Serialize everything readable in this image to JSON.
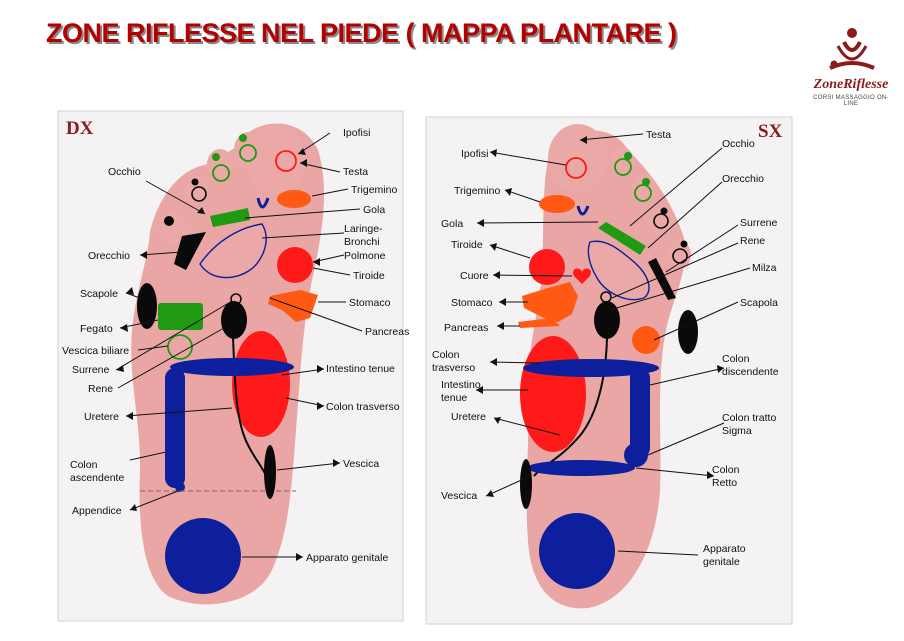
{
  "title": "ZONE RIFLESSE NEL PIEDE  ( MAPPA PLANTARE )",
  "logo": {
    "name": "ZoneRiflesse",
    "subtitle": "CORSI MASSAGGIO ON-LINE"
  },
  "colors": {
    "red": "#ff1a1a",
    "blue": "#0d1f9c",
    "green": "#1f9a12",
    "orange": "#ff5a14",
    "black": "#0a0a0a",
    "frame": "#8b1a1a"
  },
  "right_foot": {
    "side_label": "DX",
    "labels": {
      "ipofisi": "Ipofisi",
      "testa": "Testa",
      "occhio": "Occhio",
      "trigemino": "Trigemino",
      "gola": "Gola",
      "laringe": "Laringe-",
      "bronchi": "Bronchi",
      "polmone": "Polmone",
      "orecchio": "Orecchio",
      "tiroide": "Tiroide",
      "scapole": "Scapole",
      "stomaco": "Stomaco",
      "fegato": "Fegato",
      "pancreas": "Pancreas",
      "vescica_biliare": "Vescica biliare",
      "surrene": "Surrene",
      "intestino_tenue": "Intestino tenue",
      "rene": "Rene",
      "colon_trasverso": "Colon trasverso",
      "uretere": "Uretere",
      "colon": "Colon",
      "ascendente": "ascendente",
      "vescica": "Vescica",
      "appendice": "Appendice",
      "apparato_genitale": "Apparato genitale"
    }
  },
  "left_foot": {
    "side_label": "SX",
    "labels": {
      "testa": "Testa",
      "ipofisi": "Ipofisi",
      "occhio": "Occhio",
      "orecchio": "Orecchio",
      "trigemino": "Trigemino",
      "surrene": "Surrene",
      "gola": "Gola",
      "rene": "Rene",
      "tiroide": "Tiroide",
      "milza": "Milza",
      "cuore": "Cuore",
      "stomaco": "Stomaco",
      "scapola": "Scapola",
      "pancreas": "Pancreas",
      "colon_l1": "Colon",
      "colon_l2": "trasverso",
      "colon_disc1": "Colon",
      "colon_disc2": "discendente",
      "intestino1": "Intestino",
      "intestino2": "tenue",
      "uretere": "Uretere",
      "sigma1": "Colon tratto",
      "sigma2": "Sigma",
      "retto1": "Colon",
      "retto2": "Retto",
      "vescica": "Vescica",
      "genitale1": "Apparato",
      "genitale2": "genitale"
    }
  }
}
